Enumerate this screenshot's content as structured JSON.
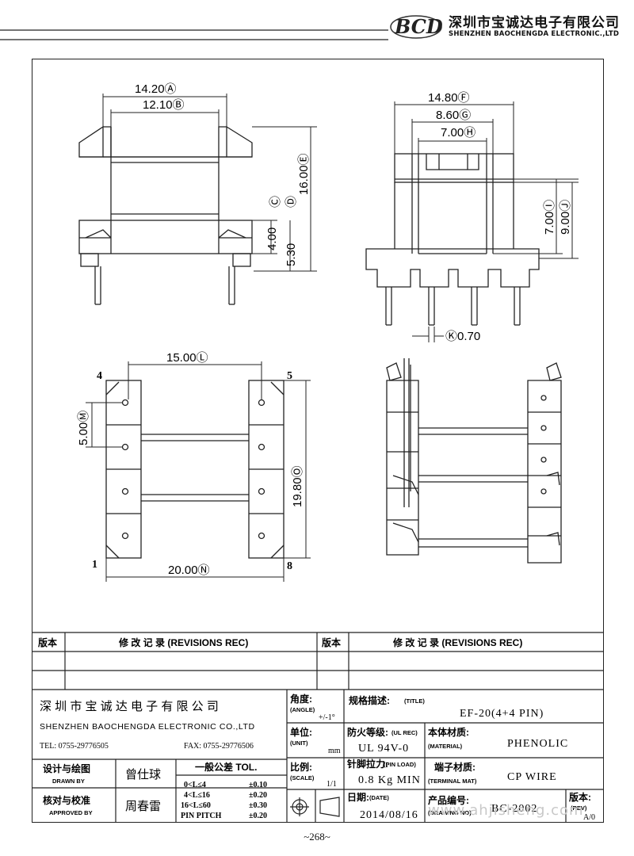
{
  "header": {
    "logo": "BCD",
    "company_cn": "深圳市宝诚达电子有限公司",
    "company_en": "SHENZHEN BAOCHENGDA ELECTRONIC.,LTD"
  },
  "drawing": {
    "front_view": {
      "dim_a": "14.20Ⓐ",
      "dim_b": "12.10Ⓑ",
      "dim_c": "Ⓒ",
      "dim_d": "Ⓓ",
      "dim_e": "16.00Ⓔ",
      "dim_c_val": "4.00",
      "dim_d_val": "5.30"
    },
    "side_view": {
      "dim_f": "14.80Ⓕ",
      "dim_g": "8.60Ⓖ",
      "dim_h": "7.00Ⓗ",
      "dim_i": "7.00Ⓘ",
      "dim_j": "9.00Ⓙ",
      "dim_k": "Ⓚ0.70"
    },
    "bottom_view": {
      "dim_l": "15.00Ⓛ",
      "dim_m": "5.00Ⓜ",
      "dim_n": "20.00Ⓝ",
      "dim_o": "19.80Ⓞ",
      "pin_4": "4",
      "pin_5": "5",
      "pin_1": "1",
      "pin_8": "8"
    }
  },
  "title_block": {
    "rev_label_cn": "版本",
    "rev_record": "修 改 记 录 (REVISIONS REC)",
    "company_cn": "深 圳 市 宝 诚 达 电 子 有 限 公 司",
    "company_en": "SHENZHEN BAOCHENGDA ELECTRONIC CO.,LTD",
    "tel": "TEL: 0755-29776505",
    "fax": "FAX: 0755-29776506",
    "angle_cn": "角度:",
    "angle_en": "(ANGLE)",
    "angle_val": "+/-1°",
    "unit_cn": "单位:",
    "unit_en": "(UNIT)",
    "unit_val": "mm",
    "scale_cn": "比例:",
    "scale_en": "(SCALE)",
    "scale_val": "1/1",
    "title_cn": "规格描述:",
    "title_en": "(TITLE)",
    "title_val": "EF-20(4+4 PIN)",
    "ul_cn": "防火等级:",
    "ul_en": "(UL REC)",
    "ul_val": "UL 94V-0",
    "material_cn": "本体材质:",
    "material_en": "(MATERIAL)",
    "material_val": "PHENOLIC",
    "pinload_cn": "针脚拉力:",
    "pinload_en": "(PIN LOAD)",
    "pinload_val": "0.8 Kg MIN",
    "terminal_cn": "端子材质:",
    "terminal_en": "(TERMINAL MAT)",
    "terminal_val": "CP WIRE",
    "date_cn": "日期:",
    "date_en": "(DATE)",
    "date_val": "2014/08/16",
    "drawing_no_cn": "产品编号:",
    "drawing_no_en": "(DRAWING NO)",
    "drawing_no_val": "BC-2002",
    "rev_cn": "版本:",
    "rev_en": "(REV)",
    "rev_val": "A/0",
    "drawn_cn": "设计与绘图",
    "drawn_en": "DRAWN BY",
    "drawn_val": "曾仕球",
    "approved_cn": "核对与校准",
    "approved_en": "APPROVED BY",
    "approved_val": "周春雷",
    "tol_title": "一般公差 TOL.",
    "tol_rows": [
      {
        "range": "0<L≤4",
        "val": "±0.10"
      },
      {
        "range": "4<L≤16",
        "val": "±0.20"
      },
      {
        "range": "16<L≤60",
        "val": "±0.30"
      },
      {
        "range": "PIN PITCH",
        "val": "±0.20"
      }
    ]
  },
  "footer": {
    "page": "~268~",
    "watermark": "www.ahjisheng.com"
  }
}
